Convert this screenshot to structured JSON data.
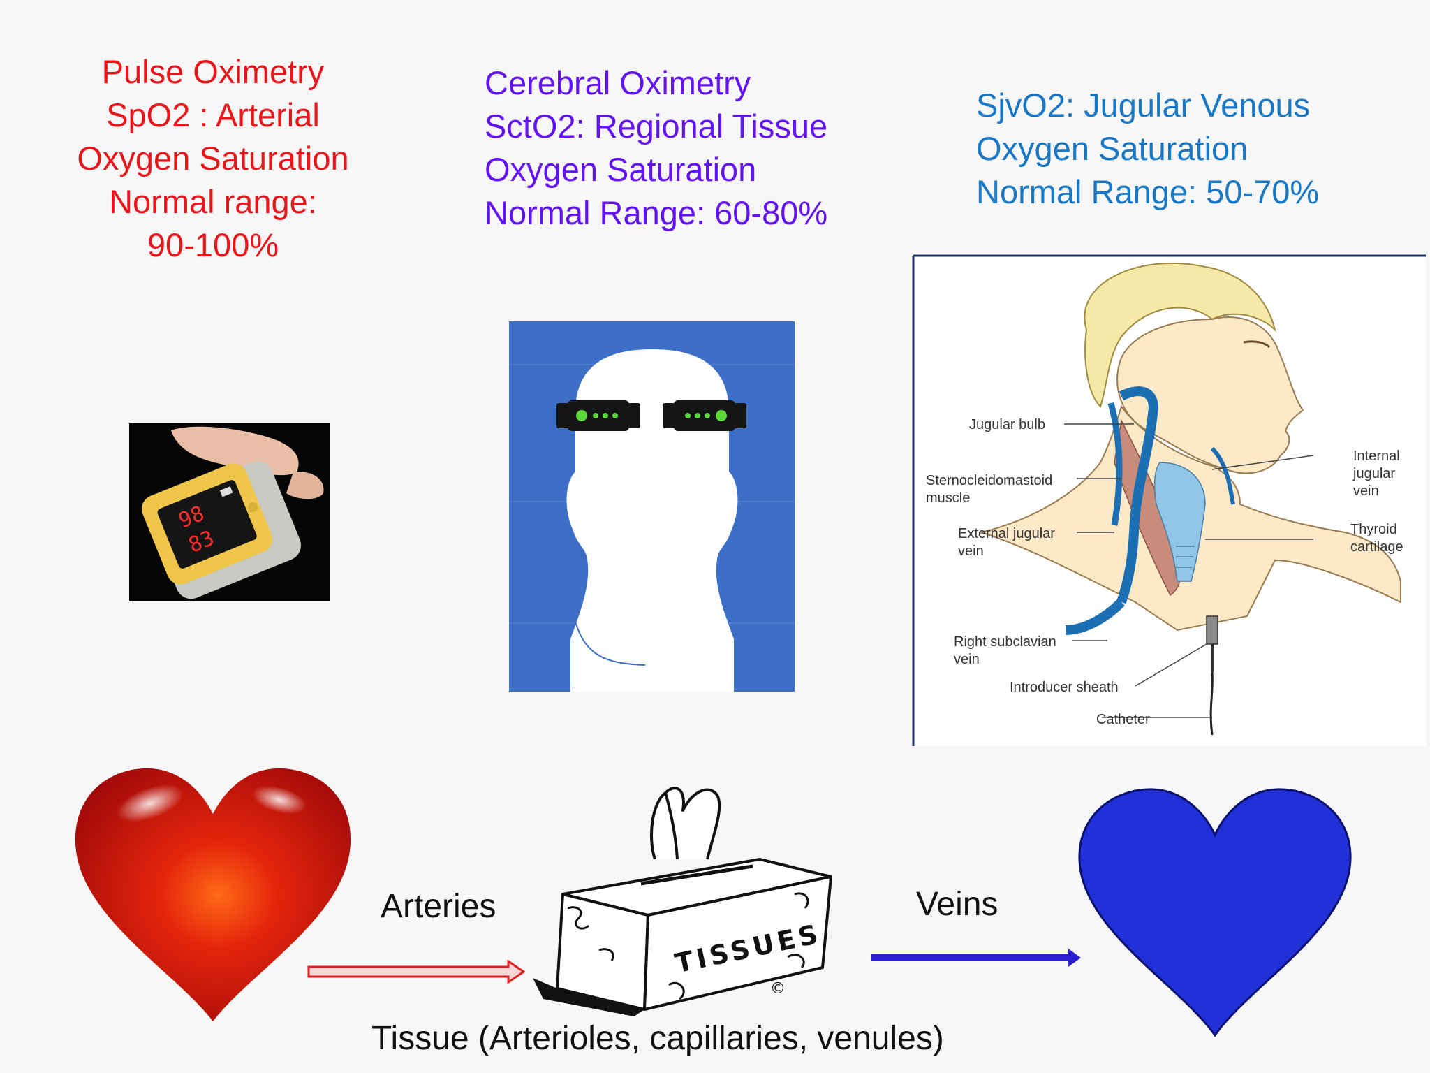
{
  "pulse": {
    "lines": [
      "Pulse Oximetry",
      "SpO2 : Arterial",
      "Oxygen Saturation",
      "Normal range:",
      "90-100%"
    ],
    "color": "#e8161a"
  },
  "cerebral": {
    "lines": [
      "Cerebral Oximetry",
      "SctO2: Regional Tissue",
      "Oxygen Saturation",
      "Normal Range: 60-80%"
    ],
    "color": "#6313f2"
  },
  "jugular": {
    "lines": [
      "SjvO2: Jugular Venous",
      "Oxygen Saturation",
      "Normal Range: 50-70%"
    ],
    "color": "#1878c6"
  },
  "oximeter": {
    "reading_top": "98",
    "reading_bottom": "83"
  },
  "neck_anatomy": {
    "labels": {
      "jugular_bulb": "Jugular bulb",
      "scm_1": "Sternocleidomastoid",
      "scm_2": "muscle",
      "ext_jug_1": "External jugular",
      "ext_jug_2": "vein",
      "subclavian_1": "Right subclavian",
      "subclavian_2": "vein",
      "introducer": "Introducer sheath",
      "catheter": "Catheter",
      "int_jug_1": "Internal",
      "int_jug_2": "jugular",
      "int_jug_3": "vein",
      "thyroid_1": "Thyroid",
      "thyroid_2": "cartilage"
    }
  },
  "flow": {
    "arteries": "Arteries",
    "veins": "Veins",
    "box_label": "TISSUES",
    "copyright": "©",
    "tissue_caption": "Tissue (Arterioles, capillaries, venules)"
  },
  "colors": {
    "arterial_red": "#d41410",
    "venous_blue": "#2230d8",
    "sensor_bg": "#3d6fc6",
    "arrow_red": "#e41e1e",
    "arrow_blue": "#2c1fd0"
  },
  "icons": [
    "red-heart-icon",
    "blue-heart-icon",
    "tissue-box-icon",
    "pulse-oximeter-icon",
    "cerebral-sensor-head-icon",
    "neck-anatomy-icon"
  ]
}
